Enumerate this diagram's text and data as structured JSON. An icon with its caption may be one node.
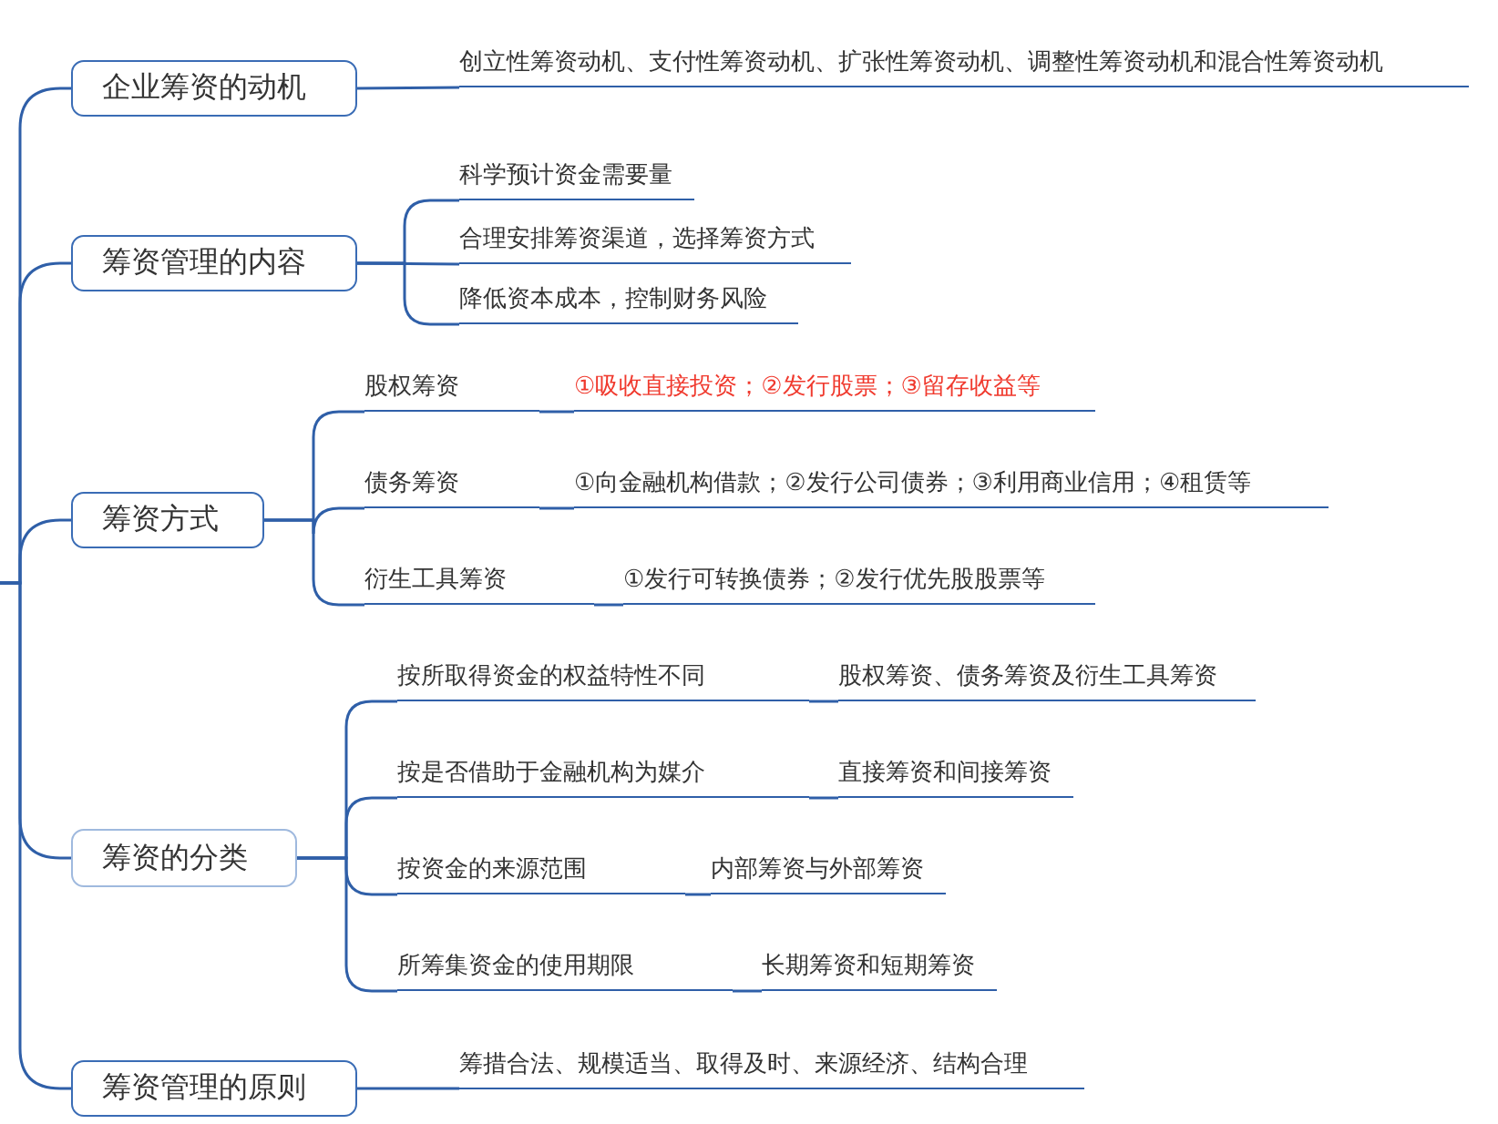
{
  "diagram": {
    "nodes": [
      {
        "text": [
          "企业筹资的动机"
        ]
      },
      {
        "text": [
          "创立性筹资动机、支付性筹资动机、扩张性筹资动机、调整性筹资动机和混合性筹资动机"
        ]
      },
      {
        "text": [
          "筹资管理的内容"
        ]
      },
      {
        "text": [
          "科学预计资金需要量"
        ]
      },
      {
        "text": [
          "合理安排筹资渠道，选择筹资方式"
        ]
      },
      {
        "text": [
          "降低资本成本，控制财务风险"
        ]
      },
      {
        "text": [
          "筹资方式"
        ]
      },
      {
        "text": [
          "股权筹资"
        ]
      },
      {
        "text": [
          "①吸收直接投资；②发行股票；③留存收益等"
        ]
      },
      {
        "text": [
          "债务筹资"
        ]
      },
      {
        "text": [
          "①向金融机构借款；②发行公司债券；③利用商业信用；④租赁等"
        ]
      },
      {
        "text": [
          "衍生工具筹资"
        ]
      },
      {
        "text": [
          "①发行可转换债券；②发行优先股股票等"
        ]
      },
      {
        "text": [
          "筹资的分类"
        ]
      },
      {
        "text": [
          "按所取得资金的权益特性不同"
        ]
      },
      {
        "text": [
          "股权筹资、债务筹资及衍生工具筹资"
        ]
      },
      {
        "text": [
          "按是否借助于金融机构为媒介"
        ]
      },
      {
        "text": [
          "直接筹资和间接筹资"
        ]
      },
      {
        "text": [
          "按资金的来源范围"
        ]
      },
      {
        "text": [
          "内部筹资与外部筹资"
        ]
      },
      {
        "text": [
          "所筹集资金的使用期限"
        ]
      },
      {
        "text": [
          "长期筹资和短期筹资"
        ]
      },
      {
        "text": [
          "筹资管理的原则"
        ]
      },
      {
        "text": [
          "筹措合法、规模适当、取得及时、来源经济、结构合理"
        ]
      }
    ],
    "edges": [
      {
        "from": null,
        "to": 0,
        "arrow": "none"
      },
      {
        "from": null,
        "to": 2,
        "arrow": "none"
      },
      {
        "from": null,
        "to": 6,
        "arrow": "none"
      },
      {
        "from": null,
        "to": 13,
        "arrow": "none"
      },
      {
        "from": null,
        "to": 22,
        "arrow": "none"
      },
      {
        "from": 0,
        "to": 1,
        "arrow": "none"
      },
      {
        "from": 2,
        "to": 3,
        "arrow": "none"
      },
      {
        "from": 2,
        "to": 4,
        "arrow": "none"
      },
      {
        "from": 2,
        "to": 5,
        "arrow": "none"
      },
      {
        "from": 6,
        "to": 7,
        "arrow": "none"
      },
      {
        "from": 6,
        "to": 9,
        "arrow": "none"
      },
      {
        "from": 6,
        "to": 11,
        "arrow": "none"
      },
      {
        "from": 7,
        "to": 8,
        "arrow": "none"
      },
      {
        "from": 9,
        "to": 10,
        "arrow": "none"
      },
      {
        "from": 11,
        "to": 12,
        "arrow": "none"
      },
      {
        "from": 13,
        "to": 14,
        "arrow": "none"
      },
      {
        "from": 13,
        "to": 16,
        "arrow": "none"
      },
      {
        "from": 13,
        "to": 18,
        "arrow": "none"
      },
      {
        "from": 13,
        "to": 20,
        "arrow": "none"
      },
      {
        "from": 14,
        "to": 15,
        "arrow": "none"
      },
      {
        "from": 16,
        "to": 17,
        "arrow": "none"
      },
      {
        "from": 18,
        "to": 19,
        "arrow": "none"
      },
      {
        "from": 20,
        "to": 21,
        "arrow": "none"
      },
      {
        "from": 22,
        "to": 23,
        "arrow": "none"
      }
    ]
  }
}
